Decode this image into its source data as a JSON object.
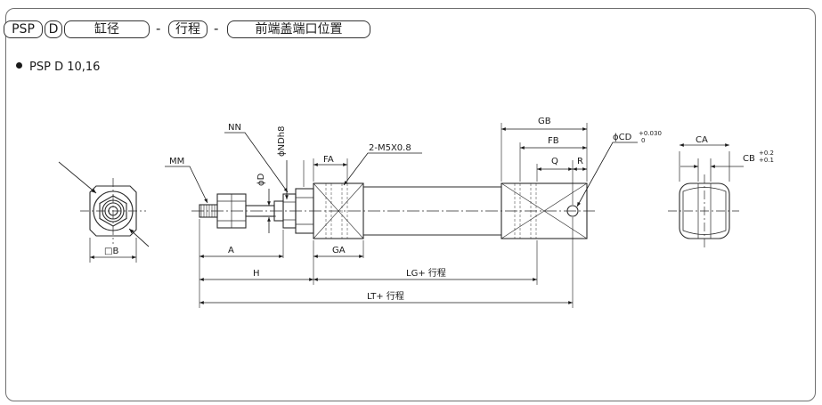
{
  "model_code": {
    "series": "PSP",
    "mount": "D",
    "bore": "缸径",
    "separator": "-",
    "stroke": "行程",
    "port_position": "前端盖端口位置"
  },
  "spec_line": "PSP D 10,16",
  "dimensions": {
    "mm": "MM",
    "nn": "NN",
    "d_phi": "ϕD",
    "nd_phi": "ϕNDh8",
    "fa": "FA",
    "m5": "2-M5X0.8",
    "gb": "GB",
    "fb": "FB",
    "q": "Q",
    "r": "R",
    "cd": "ϕCD",
    "cd_tol_upper": "+0.030",
    "cd_tol_lower": "0",
    "ca": "CA",
    "cb": "CB",
    "cb_tol_upper": "+0.2",
    "cb_tol_lower": "+0.1",
    "b_square": "□B",
    "a": "A",
    "h": "H",
    "ga": "GA",
    "lg": "LG+ 行程",
    "lt": "LT+ 行程"
  },
  "colors": {
    "line": "#2a2a2a",
    "frame": "#6f6f6f"
  }
}
